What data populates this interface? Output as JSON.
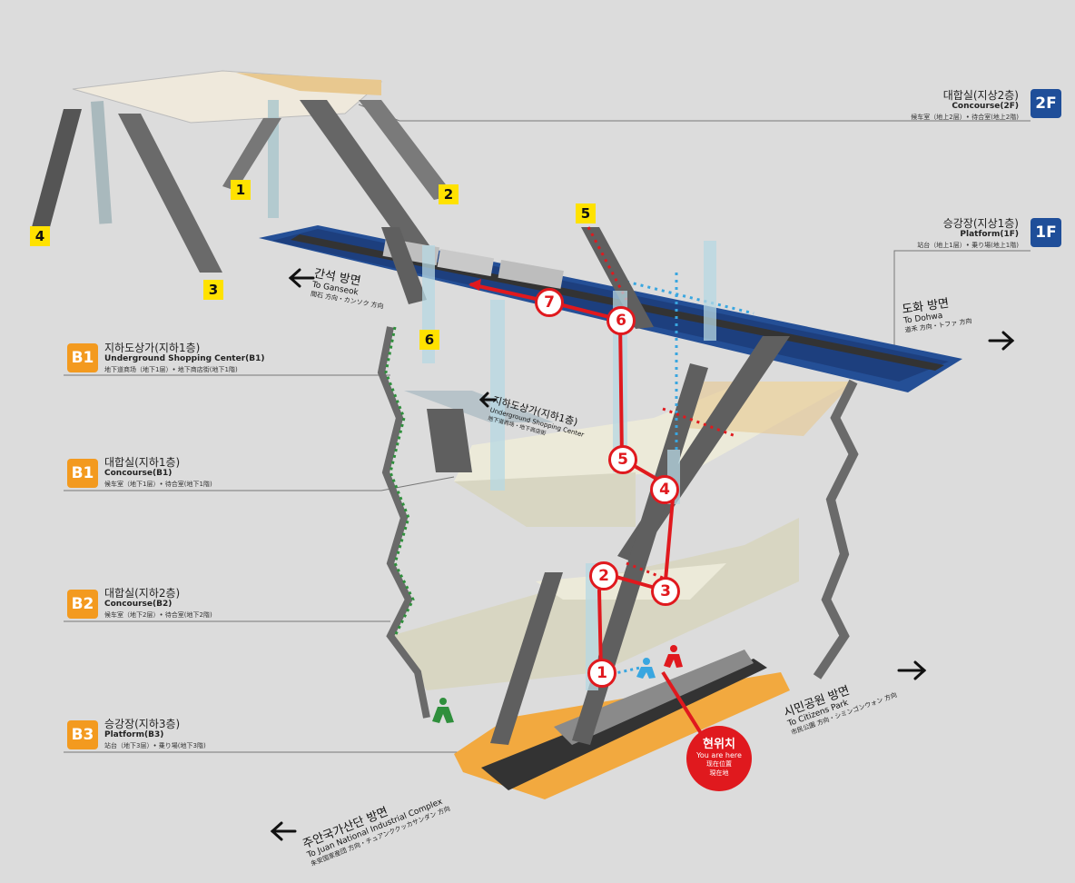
{
  "levels": [
    {
      "badge": "2F",
      "ko": "대합실(지상2층)",
      "en": "Concourse(2F)",
      "sub": "候车室（地上2层）• 待合室(地上2階)"
    },
    {
      "badge": "1F",
      "ko": "승강장(지상1층)",
      "en": "Platform(1F)",
      "sub": "站台（地上1层）• 乗り場(地上1階)"
    },
    {
      "badge": "B1",
      "ko": "지하도상가(지하1층)",
      "en": "Underground Shopping Center(B1)",
      "sub": "地下道商场（地下1层）• 地下商店街(地下1階)"
    },
    {
      "badge": "B1",
      "ko": "대합실(지하1층)",
      "en": "Concourse(B1)",
      "sub": "候车室（地下1层）• 待合室(地下1階)"
    },
    {
      "badge": "B2",
      "ko": "대합실(지하2층)",
      "en": "Concourse(B2)",
      "sub": "候车室（地下2层）• 待合室(地下2階)"
    },
    {
      "badge": "B3",
      "ko": "승강장(지하3층)",
      "en": "Platform(B3)",
      "sub": "站台（地下3层）• 乗り場(地下3階)"
    }
  ],
  "directions": {
    "ganseok": {
      "ko": "간석 방면",
      "en": "To Ganseok",
      "jp": "間石 方向・カンソク 方向"
    },
    "dohwa": {
      "ko": "도화 방면",
      "en": "To Dohwa",
      "jp": "道禾 方向・トファ 方向"
    },
    "citizens": {
      "ko": "시민공원 방면",
      "en": "To Citizens Park",
      "jp": "市民公園 方向・シミンゴンウォン 方向"
    },
    "juan": {
      "ko": "주안국가산단 방면",
      "en": "To Juan National Industrial Complex",
      "jp": "朱安国家産団 方向・チュアンククッカサンダン 方向"
    }
  },
  "underground_center": {
    "ko": "지하도상가(지하1층)",
    "en": "Underground Shopping Center",
    "jp": "地下道商场・地下商店街"
  },
  "exits": [
    "1",
    "2",
    "3",
    "4",
    "5",
    "6"
  ],
  "route_steps": [
    "1",
    "2",
    "3",
    "4",
    "5",
    "6",
    "7"
  ],
  "you_are_here": {
    "ko": "현위치",
    "en": "You are here",
    "cn": "现在位置",
    "jp": "現在地"
  },
  "colors": {
    "route": "#e0191e",
    "platform_1f": "#244f96",
    "platform_b3": "#f2a93f",
    "exit_badge": "#ffe200",
    "level_orange": "#f39a1f",
    "level_blue": "#1f4e99",
    "dotted_green": "#2f8f3c",
    "dotted_blue": "#39a6e0",
    "dotted_red": "#e0191e"
  }
}
